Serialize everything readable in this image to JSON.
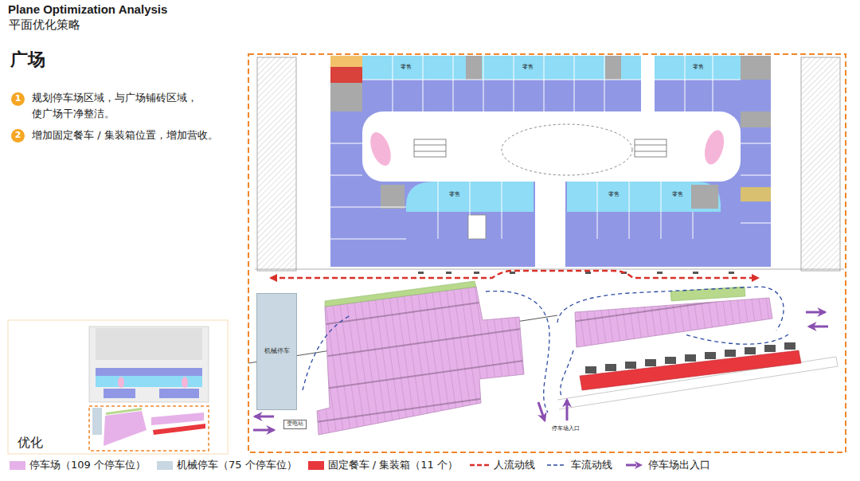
{
  "diagram": {
    "title": "Plane Optimization Analysis",
    "nodes": [
      {
        "text": [
          "1"
        ]
      },
      {
        "text": [
          "2"
        ]
      },
      {
        "text": [
          "机械停车"
        ]
      },
      {
        "text": [
          "变电站"
        ]
      }
    ],
    "labels": [
      "平面优化策略",
      "广场",
      "规划停车场区域，与广场铺砖区域， 使广场干净整洁。",
      "增加固定餐车 / 集装箱位置，增加营收。",
      "优化",
      "停车场入口",
      "零售",
      "零售",
      "零售",
      "零售",
      "零售",
      "零售"
    ],
    "legend": [
      {
        "text": "停车场（109 个停车位）",
        "color": "#e6b1e8"
      },
      {
        "text": "机械停车（75 个停车位）",
        "color": "#c8d7e1"
      },
      {
        "text": "固定餐车 / 集装箱（11 个）",
        "color": "#e8373d"
      },
      {
        "text": "人流动线"
      },
      {
        "text": "车流动线"
      },
      {
        "text": "停车场出入口"
      }
    ]
  }
}
